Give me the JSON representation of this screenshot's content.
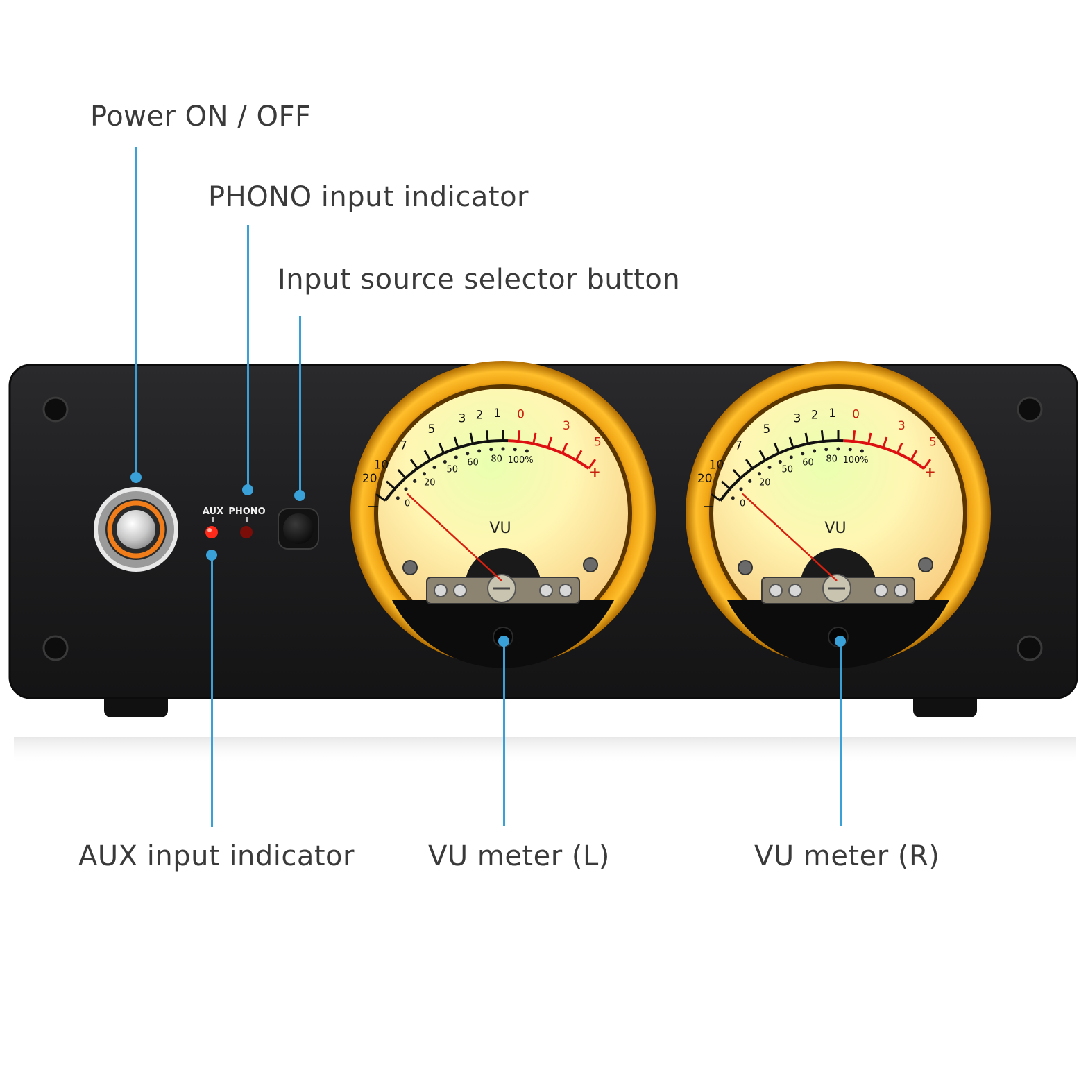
{
  "callouts": {
    "power": "Power ON / OFF",
    "phono": "PHONO input indicator",
    "selector": "Input source selector button",
    "aux": "AUX input indicator",
    "vu_left": "VU meter (L)",
    "vu_right": "VU meter (R)"
  },
  "panel": {
    "aux_label": "AUX",
    "phono_label": "PHONO"
  },
  "vu_scale": {
    "upper": [
      "20",
      "10",
      "7",
      "5",
      "3",
      "2",
      "1",
      "0",
      "3",
      "5"
    ],
    "lower": [
      "0",
      "20",
      "50",
      "60",
      "80",
      "100%"
    ],
    "minus": "−",
    "plus": "+",
    "unit": "VU"
  },
  "colors": {
    "callout_line": "#3aa0d8",
    "panel": "#1c1c1e",
    "bezel": "#e39b0f",
    "aux_led": "#ff2a1a",
    "phono_led": "#7a0d08"
  }
}
